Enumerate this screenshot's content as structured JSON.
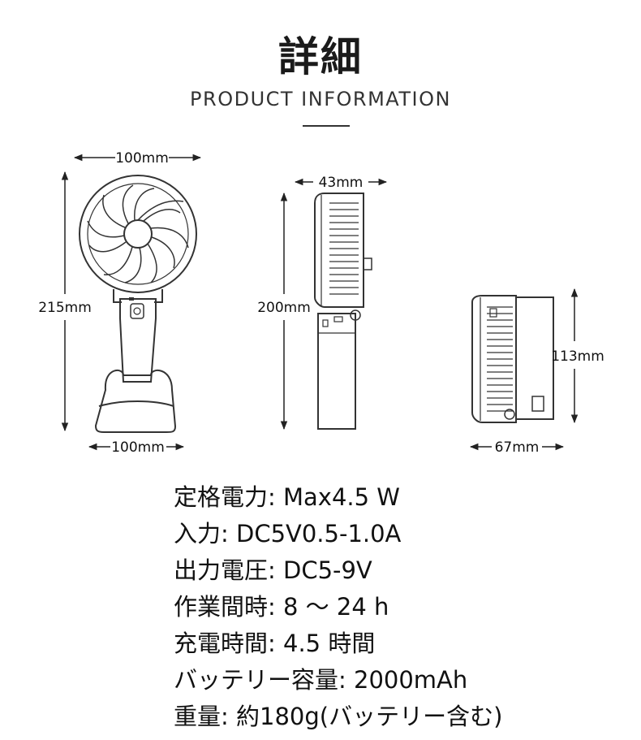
{
  "header": {
    "title": "詳細",
    "subtitle": "PRODUCT INFORMATION"
  },
  "dimensions": {
    "front_width_top": "100mm",
    "front_height": "215mm",
    "front_width_bottom": "100mm",
    "side_width": "43mm",
    "side_height": "200mm",
    "folded_height": "113mm",
    "folded_width": "67mm"
  },
  "specs": [
    "定格電力: Max4.5 W",
    "入力: DC5V0.5-1.0A",
    "出力電圧: DC5-9V",
    "作業間時: 8 〜 24 h",
    "充電時間: 4.5 時間",
    "バッテリー容量:  2000mAh",
    "重量:  約180g(バッテリー含む)"
  ],
  "colors": {
    "line": "#333333",
    "text": "#111111",
    "background": "#ffffff"
  }
}
